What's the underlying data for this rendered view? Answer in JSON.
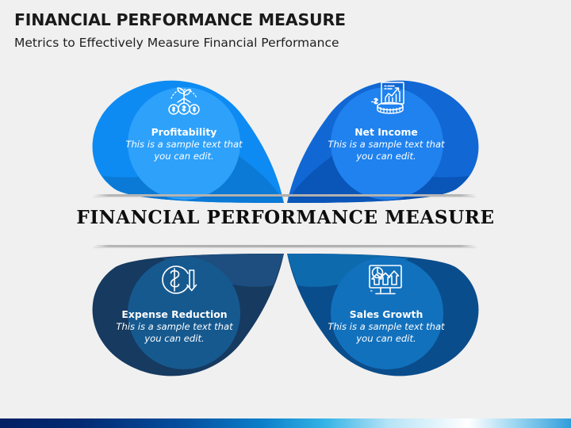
{
  "header": {
    "title": "FINANCIAL PERFORMANCE MEASURE",
    "subtitle": "Metrics to Effectively Measure Financial Performance"
  },
  "center": {
    "title": "FINANCIAL PERFORMANCE MEASURE"
  },
  "nodes": [
    {
      "id": "top-left",
      "label": "Profitability",
      "description": "This is a sample text that you can edit.",
      "icon": "money-tree-icon",
      "petal_color": "#0d8bf2",
      "petal_shadow_color": "#0b79d4",
      "circle_color": "#2ea1fb"
    },
    {
      "id": "top-right",
      "label": "Net Income",
      "description": "This is a sample text that you can edit.",
      "icon": "chart-document-coins-icon",
      "petal_color": "#1167d4",
      "petal_shadow_color": "#0a55b8",
      "circle_color": "#1f82ef"
    },
    {
      "id": "bottom-left",
      "label": "Expense Reduction",
      "description": "This is a sample text that you can edit.",
      "icon": "dollar-down-arrow-icon",
      "petal_color": "#163a60",
      "petal_shadow_color": "#11598f",
      "circle_color": "#16598f"
    },
    {
      "id": "bottom-right",
      "label": "Sales Growth",
      "description": "This is a sample text that you can edit.",
      "icon": "monitor-analytics-icon",
      "petal_color": "#0a4d8c",
      "petal_shadow_color": "#073c6f",
      "circle_color": "#1271bd"
    }
  ],
  "colors": {
    "background": "#f0f0f0",
    "title_text": "#1a1a1a",
    "rule": "#b0b0b0",
    "footer_gradient_start": "#022063",
    "footer_gradient_end": "#2f9edb"
  }
}
